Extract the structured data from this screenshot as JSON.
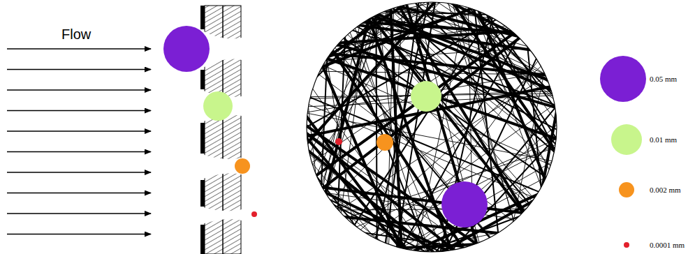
{
  "diagram": {
    "labels": [
      "Flow"
    ],
    "legend": [
      {
        "text": "0.05 mm",
        "color": "#7b1fd4"
      },
      {
        "text": "0.01 mm",
        "color": "#c8f58c"
      },
      {
        "text": "0.002 mm",
        "color": "#f7931e"
      },
      {
        "text": "0.0001 mm",
        "color": "#e3202c"
      }
    ]
  }
}
